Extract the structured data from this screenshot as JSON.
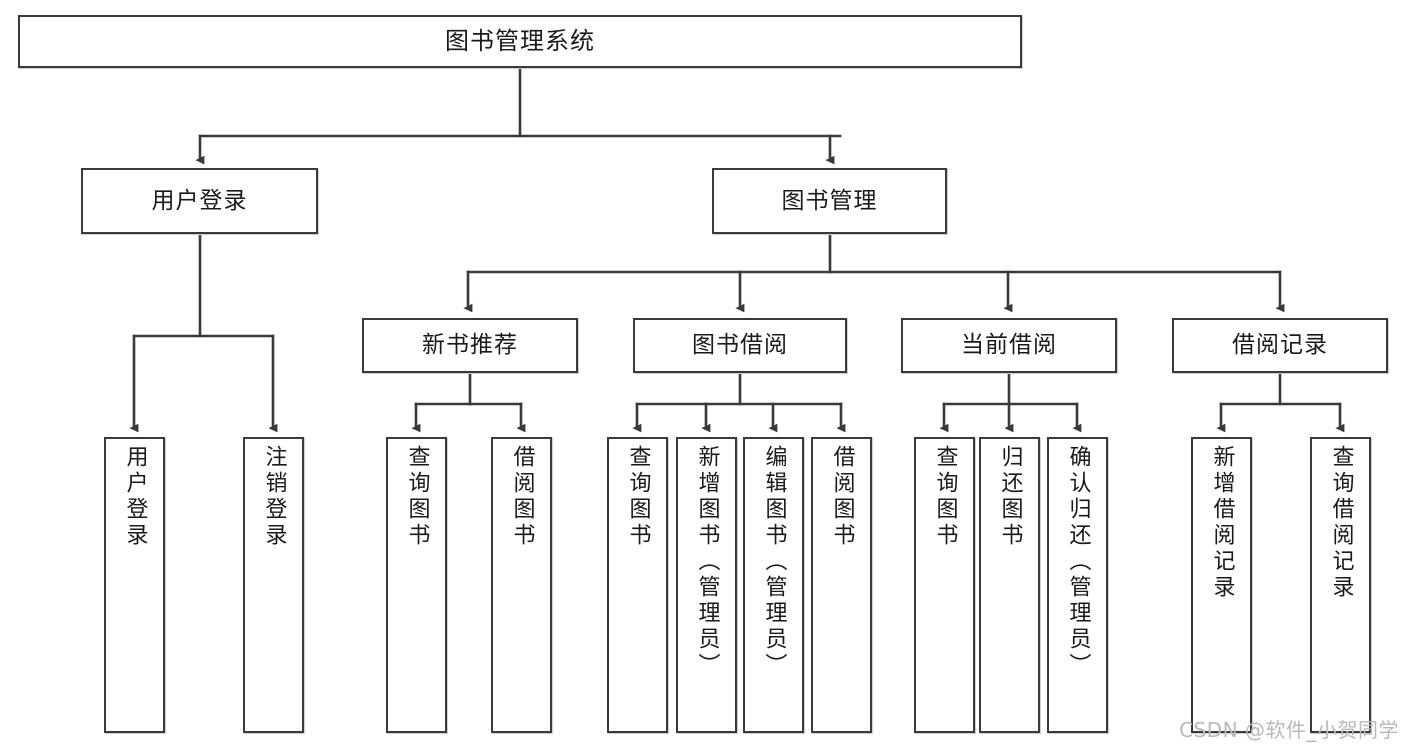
{
  "diagram": {
    "title": "图书管理系统",
    "type": "tree-hierarchy-chart",
    "watermark": "CSDN @软件_小贺同学",
    "colors": {
      "stroke": "#3a3a3a",
      "fill": "#ffffff",
      "text": "#1a1a1a",
      "watermark": "#b9b9b9"
    },
    "root": {
      "id": "root",
      "label": "图书管理系统"
    },
    "level2": [
      {
        "id": "user-login",
        "label": "用户登录"
      },
      {
        "id": "book-manage",
        "label": "图书管理"
      }
    ],
    "level3": [
      {
        "id": "new-book-rec",
        "label": "新书推荐"
      },
      {
        "id": "book-borrow",
        "label": "图书借阅"
      },
      {
        "id": "current-borrow",
        "label": "当前借阅"
      },
      {
        "id": "borrow-record",
        "label": "借阅记录"
      }
    ],
    "leaves": [
      {
        "id": "leaf-user-login",
        "label": "用户登录",
        "parent": "user-login"
      },
      {
        "id": "leaf-logout",
        "label": "注销登录",
        "parent": "user-login"
      },
      {
        "id": "leaf-query-book-1",
        "label": "查询图书",
        "parent": "new-book-rec"
      },
      {
        "id": "leaf-borrow-book-1",
        "label": "借阅图书",
        "parent": "new-book-rec"
      },
      {
        "id": "leaf-query-book-2",
        "label": "查询图书",
        "parent": "book-borrow"
      },
      {
        "id": "leaf-add-book",
        "label": "新增图书（管理员）",
        "parent": "book-borrow"
      },
      {
        "id": "leaf-edit-book",
        "label": "编辑图书（管理员）",
        "parent": "book-borrow"
      },
      {
        "id": "leaf-borrow-book-2",
        "label": "借阅图书",
        "parent": "book-borrow"
      },
      {
        "id": "leaf-query-book-3",
        "label": "查询图书",
        "parent": "current-borrow"
      },
      {
        "id": "leaf-return-book",
        "label": "归还图书",
        "parent": "current-borrow"
      },
      {
        "id": "leaf-confirm-return",
        "label": "确认归还（管理员）",
        "parent": "current-borrow"
      },
      {
        "id": "leaf-add-record",
        "label": "新增借阅记录",
        "parent": "borrow-record"
      },
      {
        "id": "leaf-query-record",
        "label": "查询借阅记录",
        "parent": "borrow-record"
      }
    ]
  }
}
